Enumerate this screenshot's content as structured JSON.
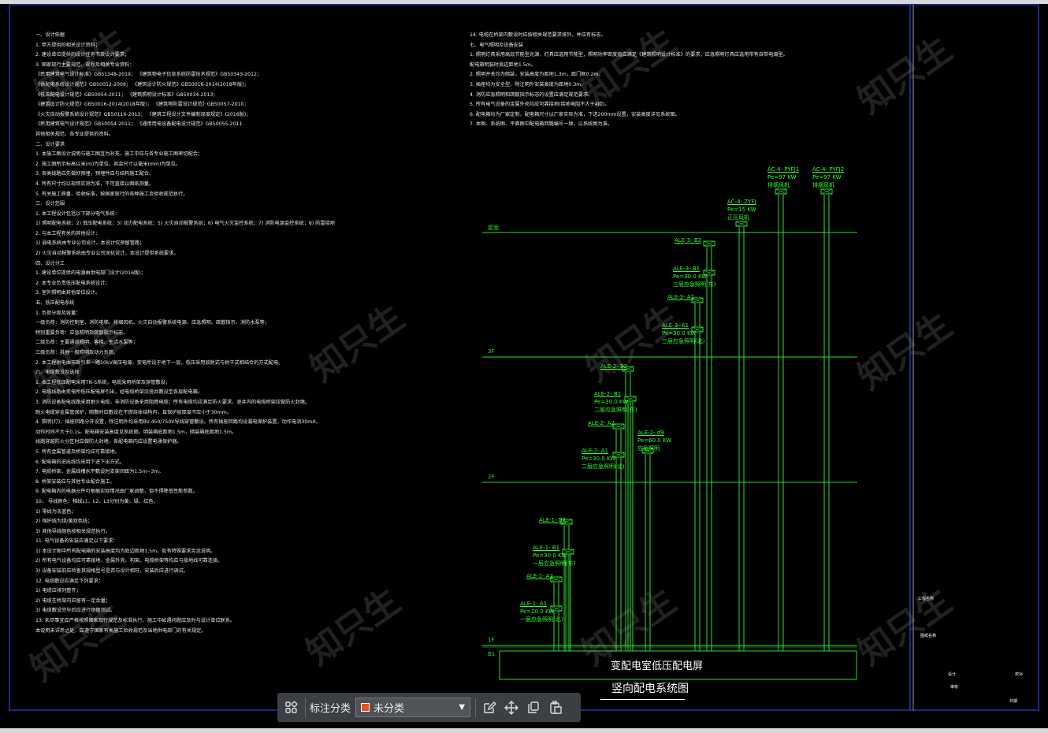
{
  "notes_left": [
    "一、设计依据",
    "1. 甲方提供的相关设计资料；",
    "2. 建设单位提供的设计任务书及设计要求；",
    "3. 国家现行主要规范、规程及相关专业资料：",
    "《民用建筑电气设计标准》GB51348-2019；          《建筑物电子信息系统防雷技术规范》GB50343-2012；",
    "《供配电系统设计规范》GB50052-2009；            《建筑设计防火规范》GB50016-2014(2018年版)；",
    "《低压配电设计规范》GB50054-2011；             《建筑照明设计标准》GB50034-2013；",
    "《建筑设计防火规范》GB50016-2014(2018年版)；     《建筑物防雷设计规范》GB50057-2010；",
    "《火灾自动报警系统设计规范》GB50116-2013；       《建筑工程设计文件编制深度规定》(2016版)；",
    "《民用建筑电气设计规范》GB50054-2011；          《通用用电设备配电设计规范》GB50055-2011",
    "    其他相关规范、各专业提供的资料。",
    "二、设计要求",
    "1. 本施工图设计说明与施工图互为补充，施工中应与各专业施工图密切配合；",
    "2. 施工图所示标高以米(m)为单位，其余尺寸以毫米(mm)为单位。",
    "3. 各类线路应先做好预埋，预埋件应与结构施工配合。",
    "4. 所有尺寸均以现场实测为准，不可直接以图纸测量。",
    "5. 有关施工质量、验收标准，按国家现行的各种施工及验收规范执行。",
    "三、设计范围",
    "1. 本工程设计包括以下部分电气系统：",
    "    1) 照明配电系统；2) 低压配电系统；3) 动力配电系统；5) 火灾自动报警系统；6) 电气火灾监控系统；7) 消防电源监控系统；8) 防雷接地",
    "2. 与本工程有关的其他设计：",
    "    1) 弱电系统由专业公司设计，本设计仅预留管路；",
    "    2) 火灾自动报警系统由专业公司深化设计，本设计提供系统要求。",
    "四、设计分工",
    "1. 建设单位提供的电源由供电部门设计(2016版)；",
    "2. 本专业负责低压配电系统设计；",
    "3. 室外照明由其他单位设计。",
    "五、低压配电系统",
    "1. 负荷分级及容量：",
    "一级负荷：消防控制室、消防电梯、排烟风机、火灾自动报警系统电源、应急照明、疏散指示、消防水泵等；",
    "特别重要负荷：应急照明及疏散指示标志。",
    "二级负荷：主要通道照明、客梯、生活水泵等；",
    "三级负荷：其他一般照明及动力负荷。",
    "2. 本工程供电由市政引来一路10kV高压电源，变电所设于地下一层，低压采用放射式与树干式相结合的方式配电。",
    "六、电缆敷设及选择",
    "1. 本工程低压配电采用TN-S系统，电缆采用桥架及穿管敷设；",
    "2. 电缆线路由变电所低压配电屏引出，经电缆桥架沿竖井敷设至各层配电箱。",
    "3. 消防设备配电线路采用耐火电缆，非消防设备采用阻燃电缆；所有电缆均应满足防火要求，竖井内的电缆桥架应做防火封堵。",
    "    耐火电缆穿金属管保护，暗敷时应敷设在不燃烧体结构内，且保护层厚度不应小于30mm。",
    "4. 照明(灯)，插座回路分开设置，除注明外均采用BV-450/750V导线穿管敷设。所有插座回路均设漏电保护装置，动作电流30mA，",
    "动作时间不大于0.1s。配电箱安装高度见系统图，明装箱底距地1.5m，暗装箱底距地1.5m。",
    "    线路穿越防火分区时应做防火封堵，各配电箱内应设置电涌保护器。",
    "5. 所有金属管道及桥架均应可靠接地。",
    "6. 配电箱的进出线均采用下进下出方式。",
    "7. 电缆桥架、金属线槽水平敷设时支架间距为1.5m~3m。",
    "8. 桥架安装应与其他专业配合施工。",
    "9. 配电箱内的电器元件可根据实际情况由厂家调整，但不得降低性能参数。",
    "10、 导线颜色：相线L1、L2、L3分别为黄、绿、红色，",
    "    1) 零线为淡蓝色；",
    "    2) 保护线为绿/黄双色线；",
    "    3) 其他导线颜色按相关规范执行。",
    "11. 电气设备的安装应满足以下要求：",
    "    1) 本设计图中所有配电箱的安装高度均为底边距地1.5m，如有特殊要求另见说明。",
    "    2) 所有电气设备均应可靠接地，金属外壳、构架、电缆桥架等均应与接地线可靠连接。",
    "    3) 设备安装前应检查其规格型号是否与设计相符，安装后应进行调试。",
    "12. 电缆敷设应满足下列要求：",
    "    1) 电缆应排列整齐；",
    "    2) 电缆在桥架内应留有一定余量；",
    "    3) 电缆敷设完毕后应进行绝缘测试。",
    "13. 未尽事宜应严格按照国家现行规范及标准执行，施工中如遇问题应及时与设计单位联系。",
    "本说明未详尽之处，应遵守国家有关施工验收规范及当地供电部门的有关规定。"
  ],
  "notes_right": [
    "14. 电缆在桥架内敷设时应按相关规范要求排列，并应有标志。",
    "七、电气照明及设备安装",
    "1. 照明灯具采用高效节能型光源，灯具应选用节能型，照明功率密度值应满足《建筑照明设计标准》的要求，应急照明灯具应选用带有自带电源型。",
    "配电箱明装时底边距地1.5m。",
    "2. 照明开关均为暗装，安装高度为距地1.3m，距门框0.2m。",
    "3. 插座均为安全型，除注明外安装高度为距地0.3m。",
    "4. 消防应急照明和疏散指示标志的设置应满足规范要求。",
    "5. 所有电气设备的金属外壳均应可靠接地(接地电阻不大于4欧)。",
    "6. 配电箱均为厂家定制，配电箱尺寸以厂家实际为准，下进200mm设置，安装高度详见系统图。",
    "7. 本图、系统图、平面图中配电箱回路编号一致，以系统图为准。"
  ],
  "floors": [
    "屋面",
    "3F",
    "2F",
    "1F",
    "B1"
  ],
  "boxes": [
    {
      "id": "AC-4-PYFJ1",
      "l1": "AC-4- PYFJ1",
      "l2": "Pe=97 KW",
      "l3": "排烟风机"
    },
    {
      "id": "AC-4-PYFJ2",
      "l1": "AC-4- PYFJ2",
      "l2": "Pe=97 KW",
      "l3": "排烟风机"
    },
    {
      "id": "AC-4-ZYFJ",
      "l1": "AC-4- ZYFJ",
      "l2": "Pe=15 KW",
      "l3": "正压风机"
    },
    {
      "id": "ALE-3-B2",
      "l1": "ALE-3- B2",
      "l2": "",
      "l3": ""
    },
    {
      "id": "ALE-3-B1",
      "l1": "ALE-3- B1",
      "l2": "Pe=30.0 KW",
      "l3": "三层应急照明(东)"
    },
    {
      "id": "ALE-3-A2",
      "l1": "ALE-3- A2",
      "l2": "",
      "l3": ""
    },
    {
      "id": "ALE-3-A1",
      "l1": "ALE-3- A1",
      "l2": "Pe=30.0 KW",
      "l3": "三层应急照明(北)"
    },
    {
      "id": "ALE-2-B2",
      "l1": "ALE-2- B2",
      "l2": "",
      "l3": ""
    },
    {
      "id": "ALE-2-B1",
      "l1": "ALE-2- B1",
      "l2": "Pe=30.0 KW",
      "l3": "二层应急照明(东)"
    },
    {
      "id": "ALE-2-A2",
      "l1": "ALE-2- A2",
      "l2": "",
      "l3": ""
    },
    {
      "id": "ALE-2-d9",
      "l1": "ALE-2- d9",
      "l2": "Pe=60.0 KW",
      "l3": "应急照明"
    },
    {
      "id": "ALE-2-A1",
      "l1": "ALE-2- A1",
      "l2": "Pe=30.0 KW",
      "l3": "二层应急照明(北)"
    },
    {
      "id": "ALE-1-B2",
      "l1": "ALE-1- B2",
      "l2": "",
      "l3": ""
    },
    {
      "id": "ALE-1-B1",
      "l1": "ALE-1- B1",
      "l2": "Pe=30.0 KW",
      "l3": "一层应急照明(东)"
    },
    {
      "id": "ALE-1-A2",
      "l1": "ALE-1- A2",
      "l2": "",
      "l3": ""
    },
    {
      "id": "ALE-1-A1",
      "l1": "ALE-1- A1",
      "l2": "Pe=20.0 KW",
      "l3": "一层应急照明(北)"
    }
  ],
  "panel_label": "变配电室低压配电屏",
  "diagram_title": "竖向配电系统图",
  "watermark": "知只生",
  "title_block": [
    "工程名称",
    "图纸名称",
    "设计",
    "校对",
    "审核",
    "日期"
  ],
  "toolbar": {
    "category_label": "标注分类",
    "category_value": "未分类",
    "category_color": "#e8501e"
  },
  "colors": {
    "line": "#2de02d",
    "frame": "#3a54ff",
    "text": "#ffffff"
  }
}
